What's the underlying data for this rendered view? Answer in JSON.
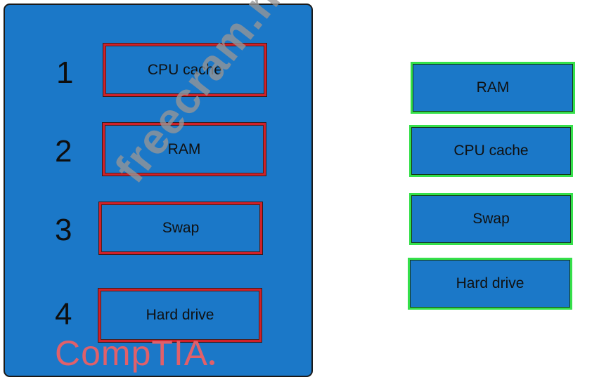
{
  "order_panel": {
    "positions": [
      {
        "number": "1",
        "label": "CPU cache"
      },
      {
        "number": "2",
        "label": "RAM"
      },
      {
        "number": "3",
        "label": "Swap"
      },
      {
        "number": "4",
        "label": "Hard drive"
      }
    ]
  },
  "choices": [
    {
      "label": "RAM"
    },
    {
      "label": "CPU cache"
    },
    {
      "label": "Swap"
    },
    {
      "label": "Hard drive"
    }
  ],
  "watermark": "freecram.net",
  "logo": "CompTIA",
  "colors": {
    "panel": "#1b78c8",
    "slot_border": "#d0212a",
    "choice_border": "#35e04a",
    "logo": "#e0606a"
  }
}
